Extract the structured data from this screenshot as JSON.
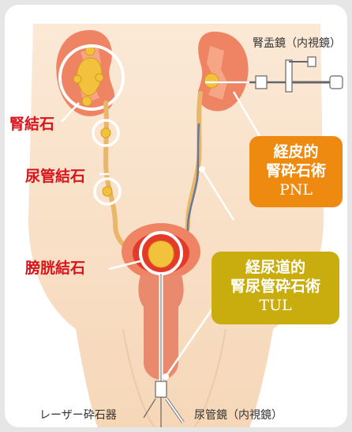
{
  "labels": {
    "kidney_stone": "腎結石",
    "ureter_stone": "尿管結石",
    "bladder_stone": "膀胱結石",
    "nephroscope": "腎盂鏡（内視鏡）",
    "laser": "レーザー砕石器",
    "ureteroscope": "尿管鏡（内視鏡）"
  },
  "pnl": {
    "line1": "経皮的",
    "line2": "腎砕石術",
    "abbr": "PNL"
  },
  "tul": {
    "line1": "経尿道的",
    "line2": "腎尿管砕石術",
    "abbr": "TUL"
  },
  "colors": {
    "label_red": "#d9141c",
    "pnl_box": "#ef8a11",
    "tul_box": "#c9ad0f",
    "skin": "#f8dfc5",
    "kidney": "#ef8465",
    "stone": "#f2c23c"
  }
}
